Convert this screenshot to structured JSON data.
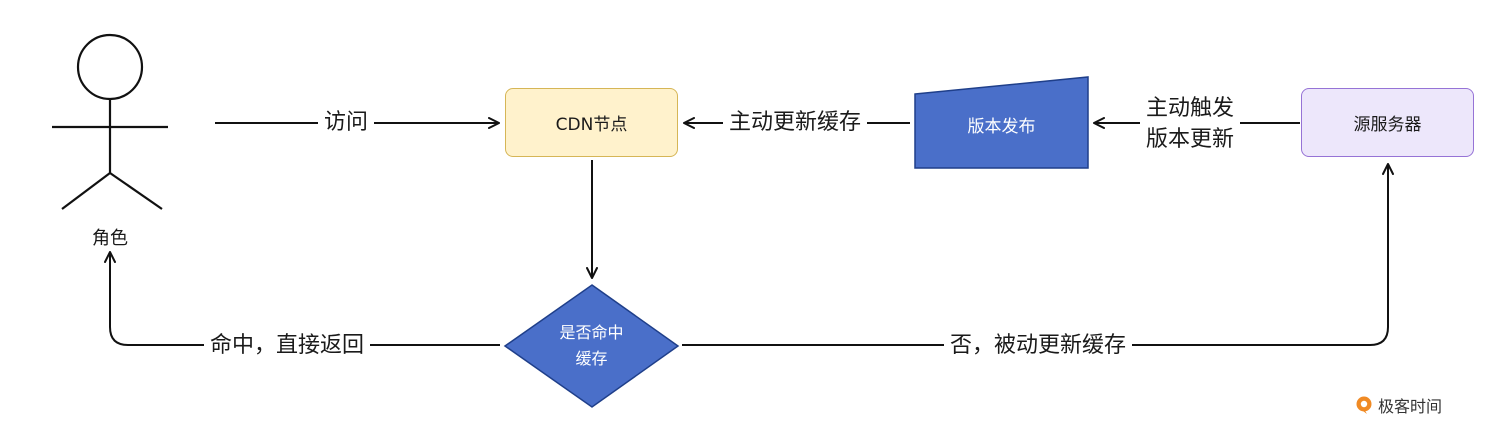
{
  "actor": {
    "label": "角色"
  },
  "nodes": {
    "cdn": "CDN节点",
    "origin": "源服务器",
    "release": "版本发布",
    "decision_line1": "是否命中",
    "decision_line2": "缓存"
  },
  "edges": {
    "visit": "访问",
    "active_update": "主动更新缓存",
    "trigger_line1": "主动触发",
    "trigger_line2": "版本更新",
    "hit_return": "命中，直接返回",
    "miss_update": "否，被动更新缓存"
  },
  "brand": {
    "name": "极客时间"
  },
  "colors": {
    "cdn_fill": "#fff2cc",
    "cdn_border": "#d6b656",
    "origin_fill": "#ede7fb",
    "origin_border": "#9673d6",
    "blue_fill": "#4a6fc9",
    "blue_border": "#1f3f8a",
    "brand_orange": "#f08a24"
  }
}
